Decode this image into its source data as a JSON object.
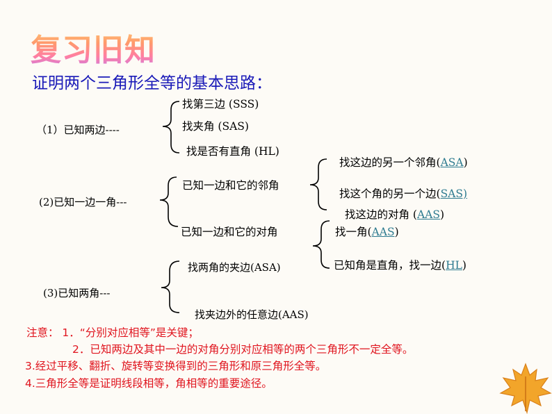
{
  "title": "复习旧知",
  "subtitle": "证明两个三角形全等的基本思路：",
  "group1": {
    "label": "（1）已知两边----",
    "items": [
      "找第三边  (SSS)",
      "找夹角    (SAS)",
      "找是否有直角 (HL)"
    ]
  },
  "group2": {
    "label": "(2)已知一边一角---",
    "branch_a": {
      "label": "已知一边和它的邻角",
      "items": [
        {
          "text": "找这边的另一个邻角(",
          "code": "ASA",
          "close": ")"
        },
        {
          "text": "找这个角的另一个边(",
          "code": "SAS)",
          "close": ""
        },
        {
          "text": "找这边的对角 (",
          "code": "AAS",
          "close": ")"
        }
      ]
    },
    "branch_b": {
      "label": "已知一边和它的对角",
      "items": [
        {
          "text": "找一角(",
          "code": "AAS",
          "close": ")"
        },
        {
          "text": "已知角是直角，找一边(",
          "code": "HL",
          "close": ")"
        }
      ]
    }
  },
  "group3": {
    "label": "(3)已知两角---",
    "items": [
      "找两角的夹边(ASA)",
      "找夹边外的任意边(AAS)"
    ]
  },
  "notes": [
    "注意： 1．“分别对应相等”是关键；",
    "2．已知两边及其中一边的对角分别对应相等的两个三角形不一定全等。",
    "3.经过平移、翻折、旋转等变换得到的三角形和原三角形全等。",
    "4.三角形全等是证明线段相等，角相等的重要途径。"
  ],
  "colors": {
    "subtitle": "#1a1ab8",
    "note": "#e0141e",
    "link": "#2c7a8f",
    "leaf": "#f0a020"
  }
}
